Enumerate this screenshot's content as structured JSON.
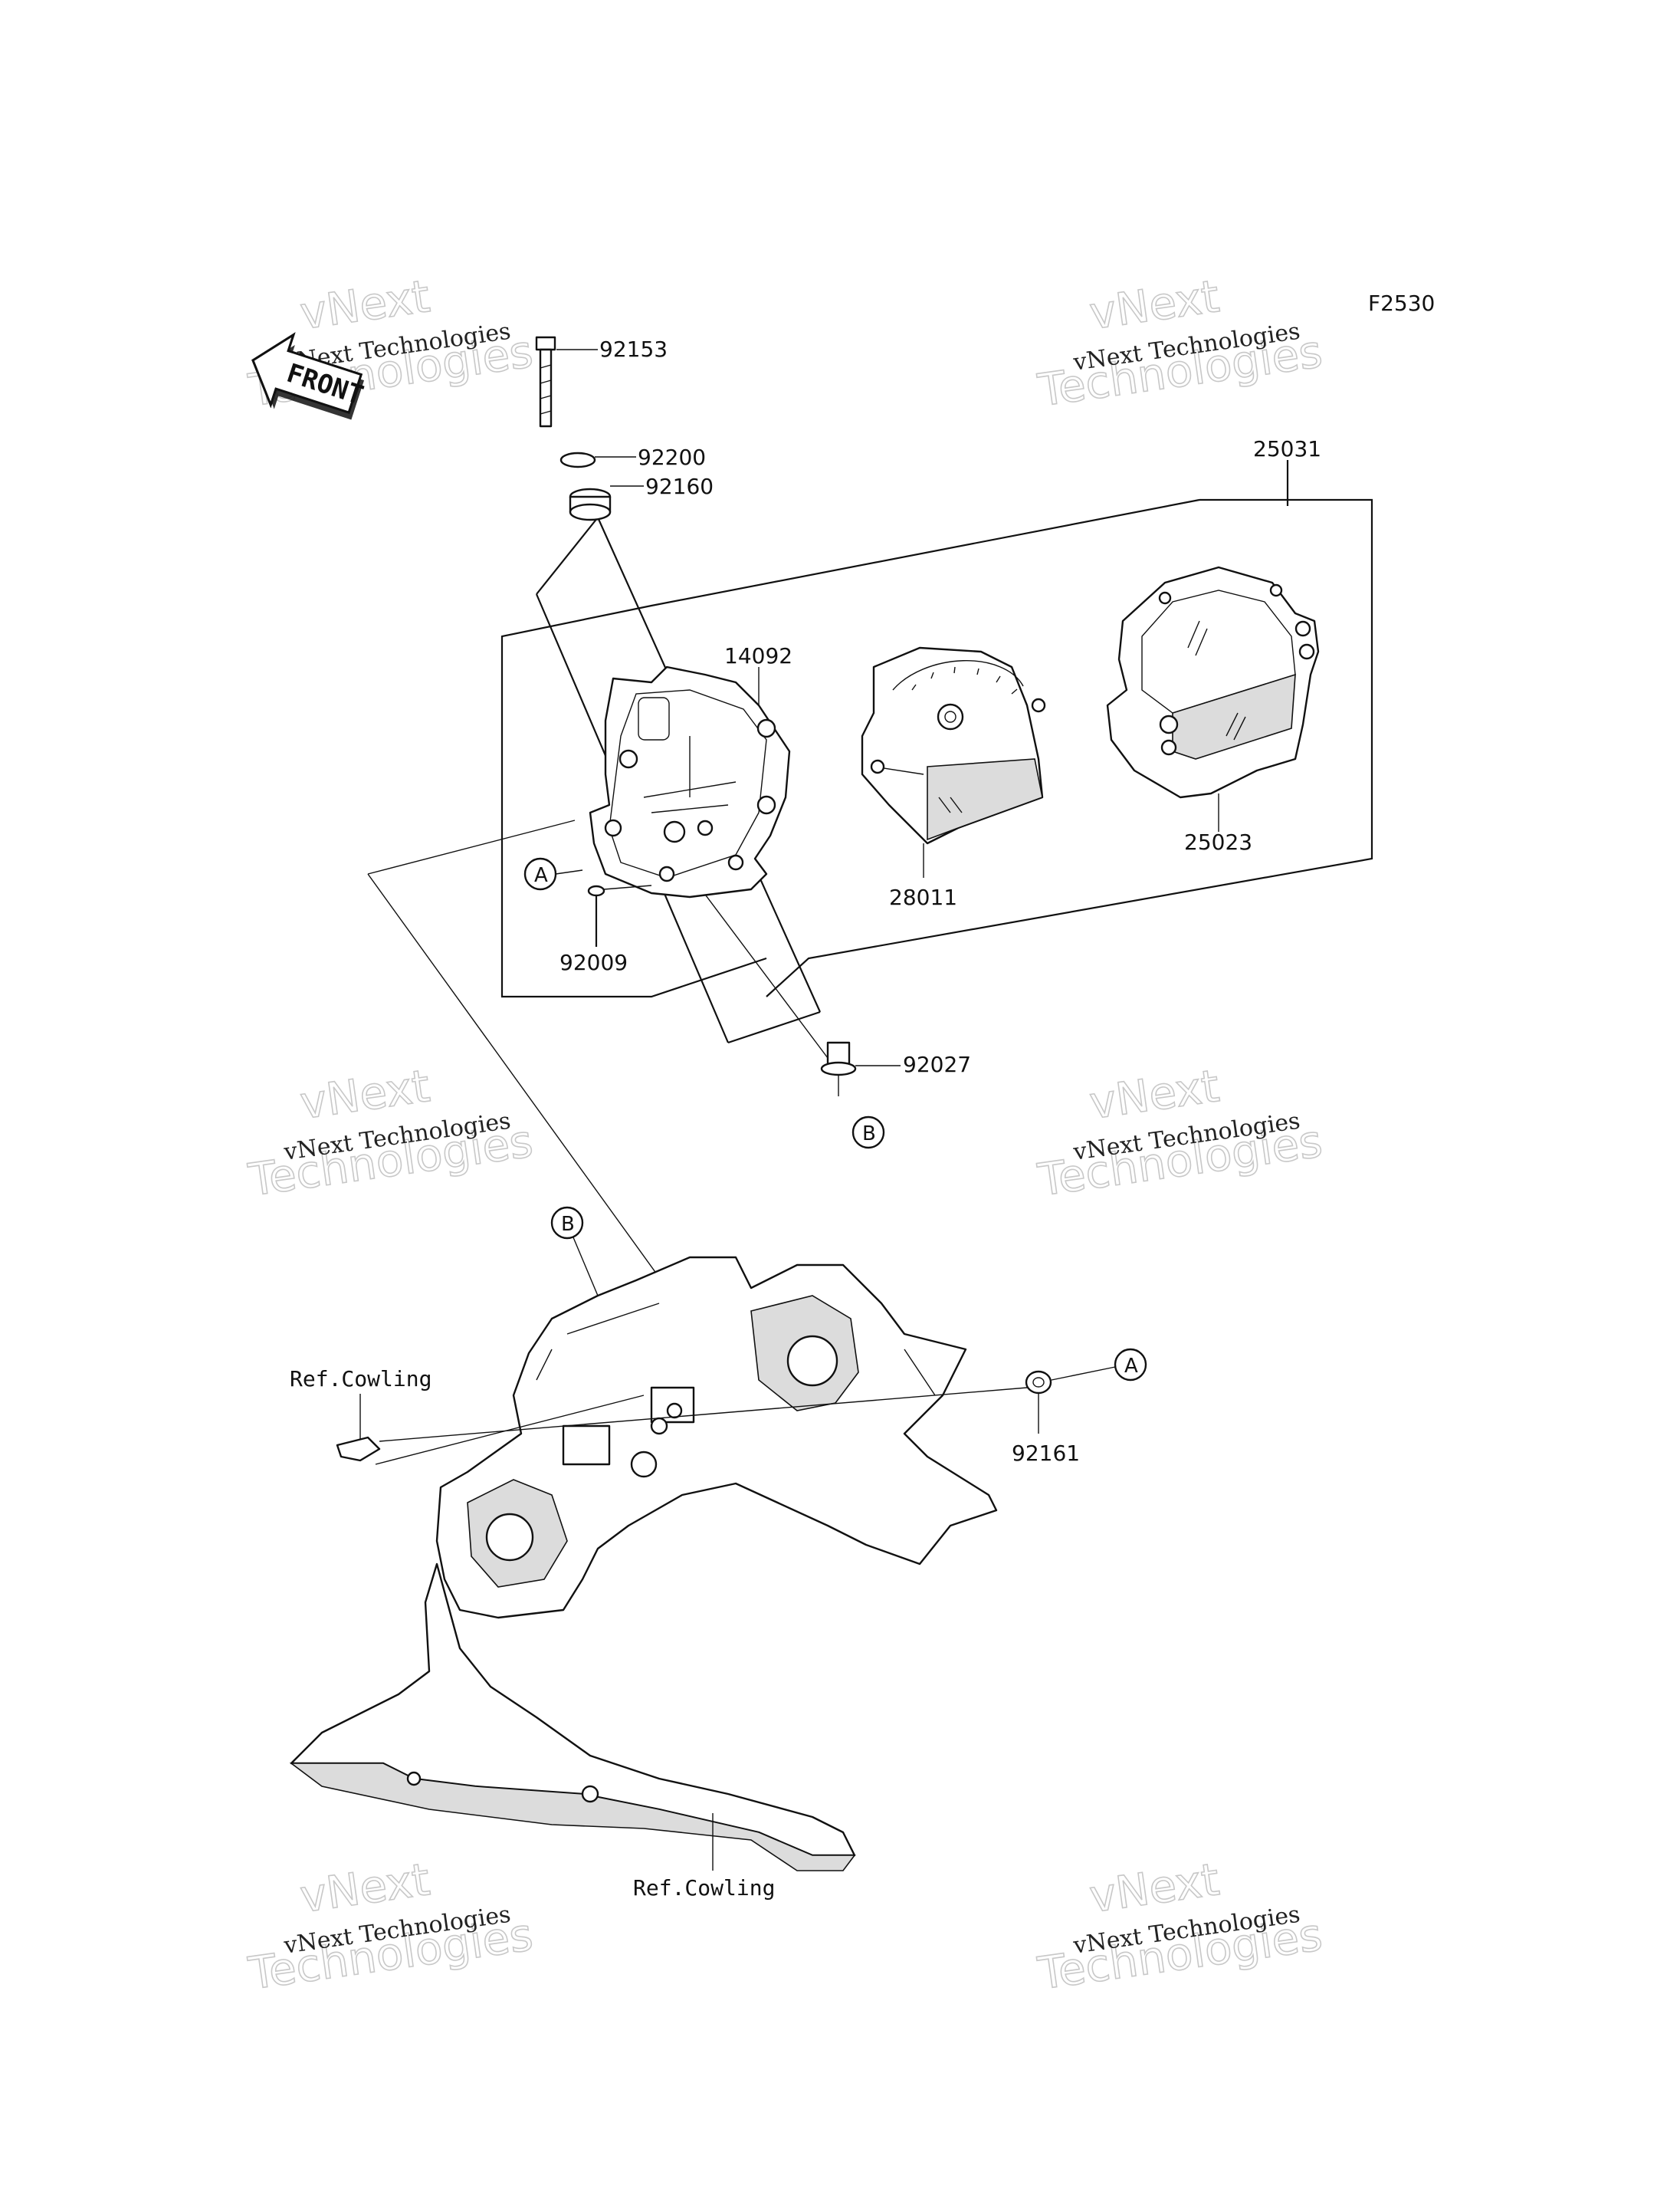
{
  "figure_code": "F2530",
  "front_label": "FRONT",
  "watermark": {
    "company": "vNext Technologies",
    "line1": "vNext",
    "line2": "Technologies"
  },
  "parts": {
    "p92153": "92153",
    "p92200": "92200",
    "p92160": "92160",
    "p25031": "25031",
    "p14092": "14092",
    "p28011": "28011",
    "p25023": "25023",
    "p92009": "92009",
    "p92027": "92027",
    "p92161": "92161"
  },
  "refs": {
    "cowling_left": "Ref.Cowling",
    "cowling_bottom": "Ref.Cowling"
  },
  "callouts": {
    "a1": "A",
    "a2": "A",
    "b1": "B",
    "b2": "B"
  }
}
